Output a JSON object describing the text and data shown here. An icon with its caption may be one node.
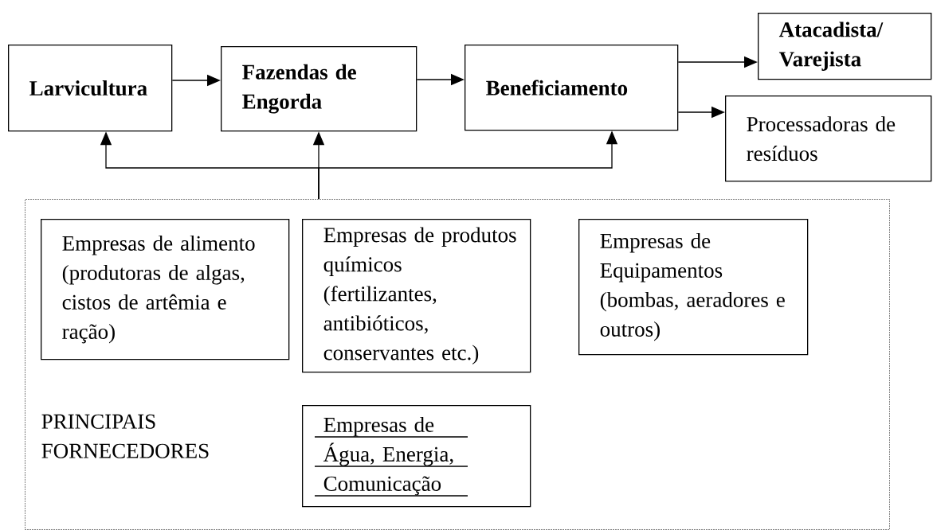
{
  "diagram": {
    "nodes": [
      {
        "text": [
          "Larvicultura"
        ]
      },
      {
        "text": [
          "Fazendas de Engorda"
        ]
      },
      {
        "text": [
          "Beneficiamento"
        ]
      },
      {
        "text": [
          "Atacadista/ Varejista"
        ]
      },
      {
        "text": [
          "Processadoras de resíduos"
        ]
      },
      {
        "text": [
          "PRINCIPAIS FORNECEDORES"
        ]
      },
      {
        "text": [
          "Empresas de alimento (produtoras de algas, cistos de artêmia e ração)"
        ],
        "in": 5
      },
      {
        "text": [
          "Empresas de produtos químicos (fertilizantes, antibióticos, conservantes etc.)"
        ],
        "in": 5
      },
      {
        "text": [
          "Empresas de Equipamentos (bombas, aeradores e outros)"
        ],
        "in": 5
      },
      {
        "text": [
          "Empresas de Água, Energia, Comunicação"
        ],
        "in": 5
      }
    ],
    "edges": [
      {
        "from": 0,
        "to": 1,
        "arrow": "to"
      },
      {
        "from": 1,
        "to": 2,
        "arrow": "to"
      },
      {
        "from": 2,
        "to": 3,
        "arrow": "to"
      },
      {
        "from": 2,
        "to": 4,
        "arrow": "to"
      },
      {
        "from": 5,
        "to": 0,
        "arrow": "to"
      },
      {
        "from": 5,
        "to": 1,
        "arrow": "to"
      },
      {
        "from": 5,
        "to": 2,
        "arrow": "to"
      }
    ]
  }
}
